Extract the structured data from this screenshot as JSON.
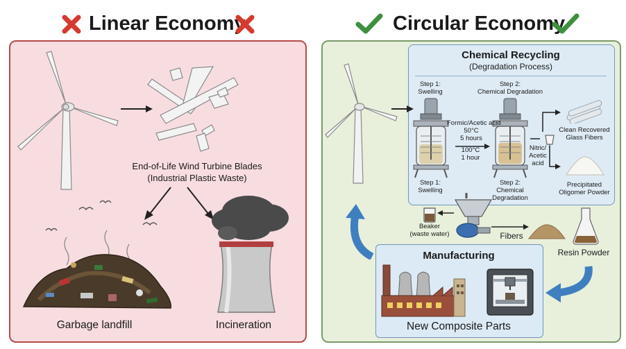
{
  "linear": {
    "title": "Linear Economy",
    "blades_label_1": "End-of-Life Wind Turbine Blades",
    "blades_label_2": "(Industrial Plastic Waste)",
    "landfill_label": "Garbage landfill",
    "incineration_label": "Incineration"
  },
  "circular": {
    "title": "Circular Economy",
    "chem": {
      "title": "Chemical Recycling",
      "subtitle": "(Degradation Process)",
      "step1_top_1": "Step 1:",
      "step1_top_2": "Swelling",
      "step2_top_1": "Step 2:",
      "step2_top_2": "Chemical Degradation",
      "cond1_1": "Formic/Acetic acid",
      "cond1_2": "50°C",
      "cond1_3": "5 hours",
      "cond2_1": "100°C",
      "cond2_2": "1 hour",
      "step1_bot_1": "Step 1:",
      "step1_bot_2": "Swelling",
      "step2_bot_1": "Step 2:",
      "step2_bot_2": "Chemical",
      "step2_bot_3": "Degradation",
      "nitric_1": "Nitric/",
      "nitric_2": "Acetic",
      "nitric_3": "acid",
      "fibers_out_1": "Clean Recovered",
      "fibers_out_2": "Glass Fibers",
      "powder_out_1": "Precipitated",
      "powder_out_2": "Oligomer Powder"
    },
    "beaker_1": "Beaker",
    "beaker_2": "(waste water)",
    "fibers": "Fibers",
    "resin": "Resin Powder",
    "manufacturing": "Manufacturing",
    "new_parts": "New Composite Parts"
  },
  "colors": {
    "linear_bg": "#f8dde0",
    "circular_bg": "#e8f0dc",
    "chem_bg": "#deebf5",
    "cross_red": "#d63a2f",
    "check_green": "#3e8f3e",
    "arrow_blue": "#3f7fc0"
  }
}
